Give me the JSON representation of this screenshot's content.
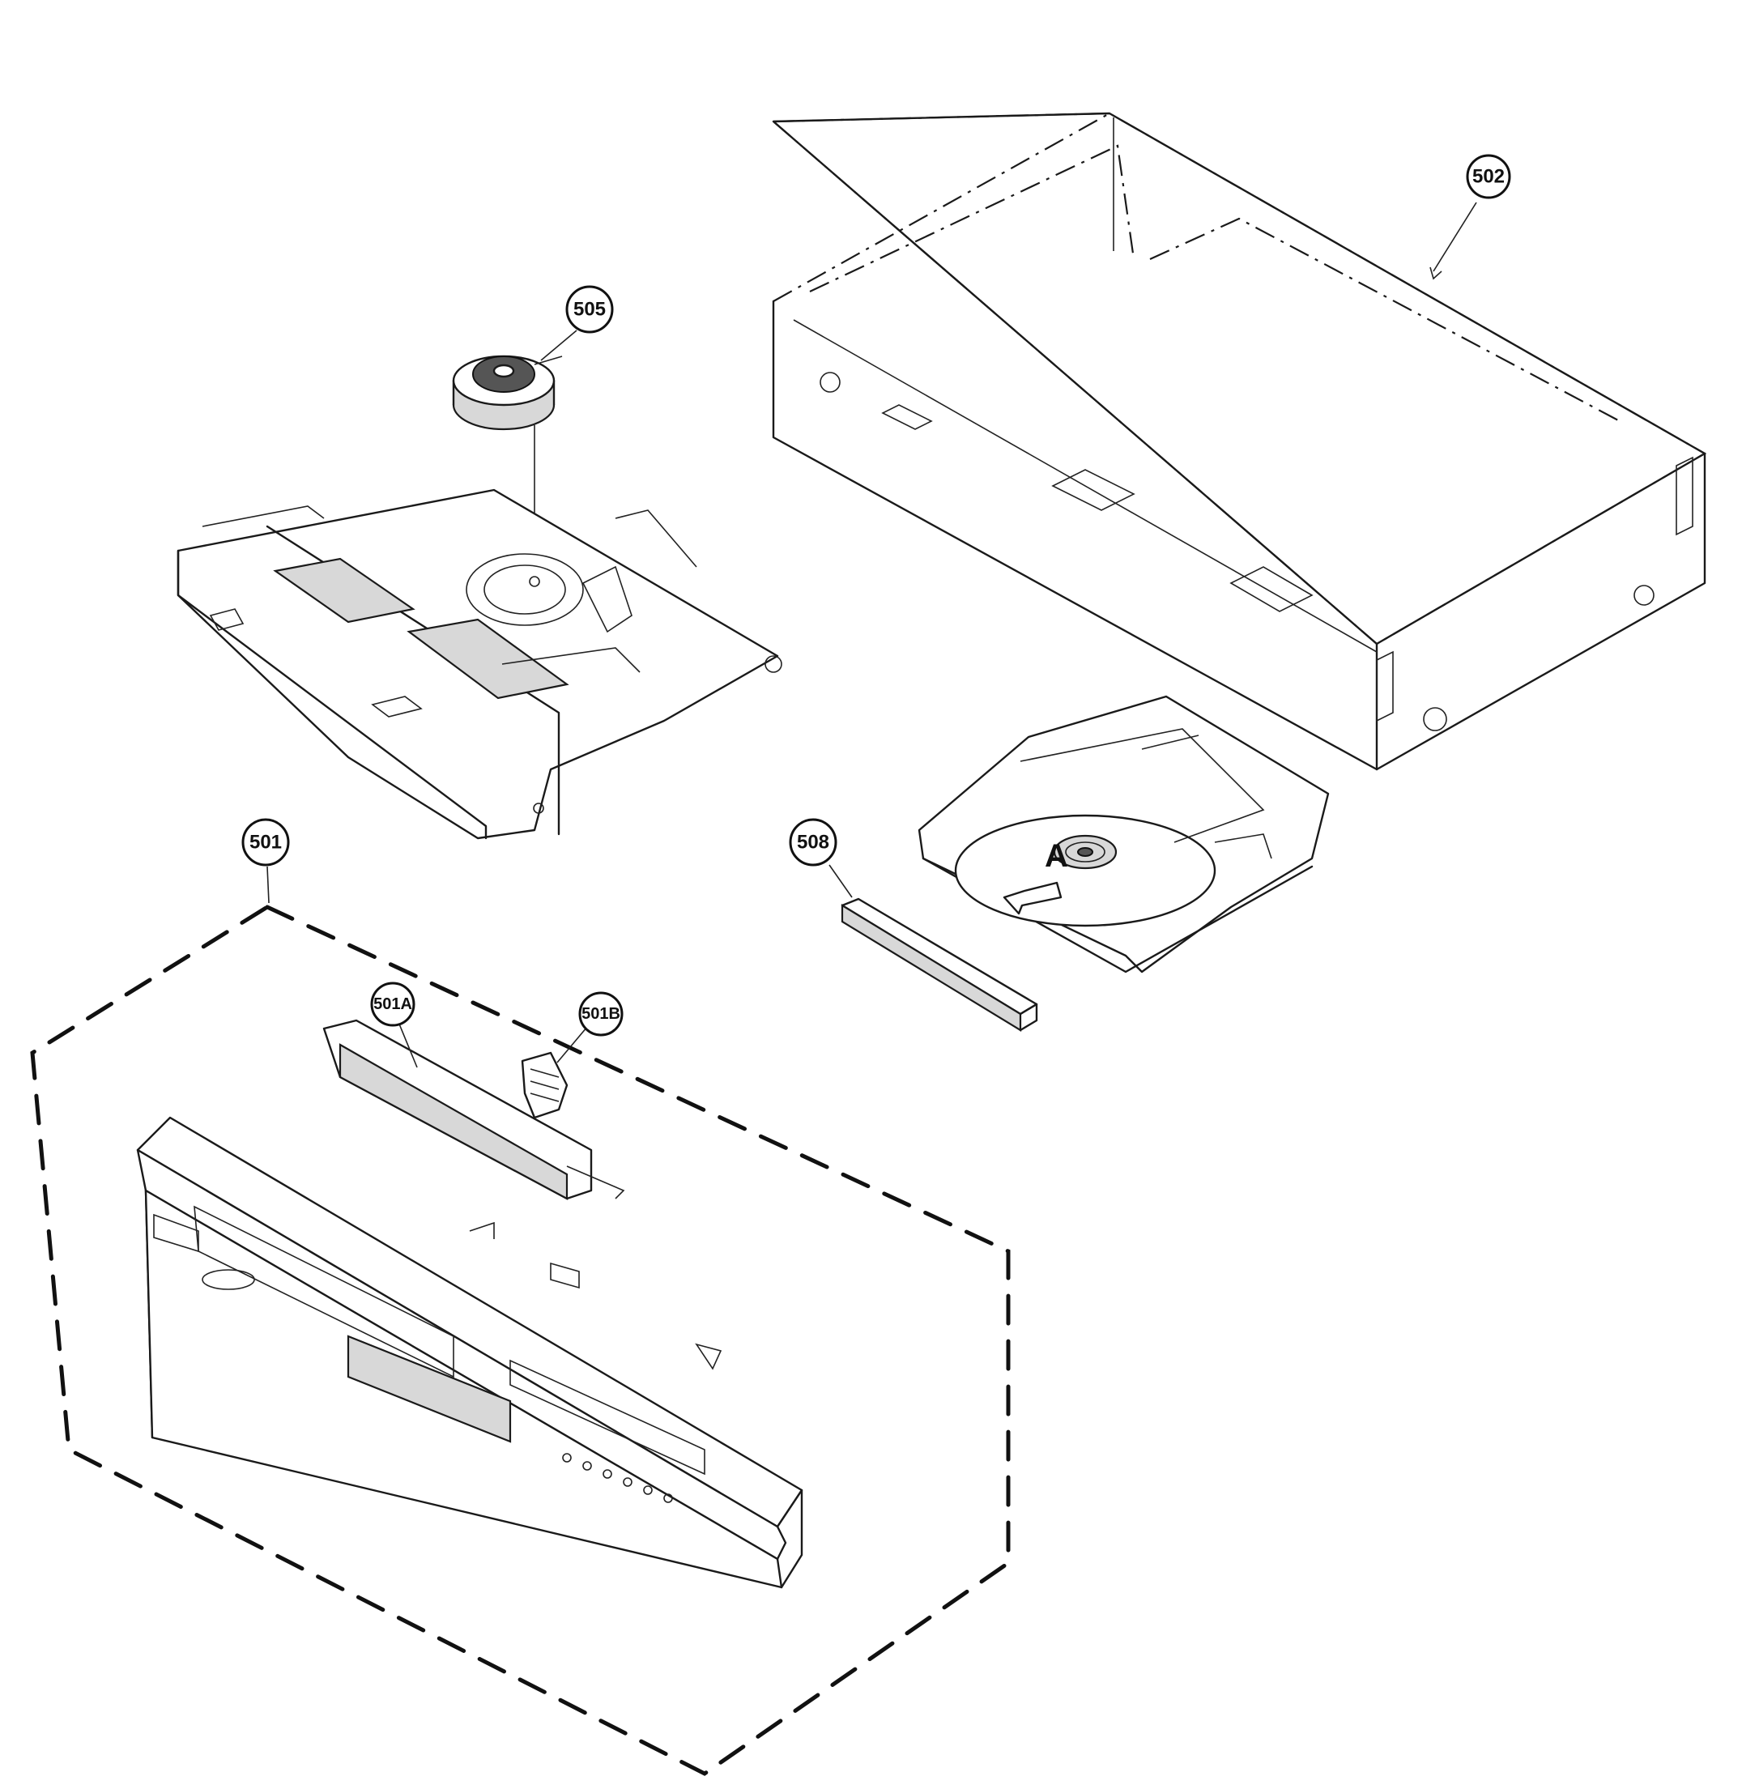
{
  "callouts": {
    "c502": "502",
    "c505": "505",
    "c501": "501",
    "c508": "508",
    "c501A": "501A",
    "c501B": "501B"
  },
  "annotations": {
    "tray_arrow_letter": "A"
  }
}
